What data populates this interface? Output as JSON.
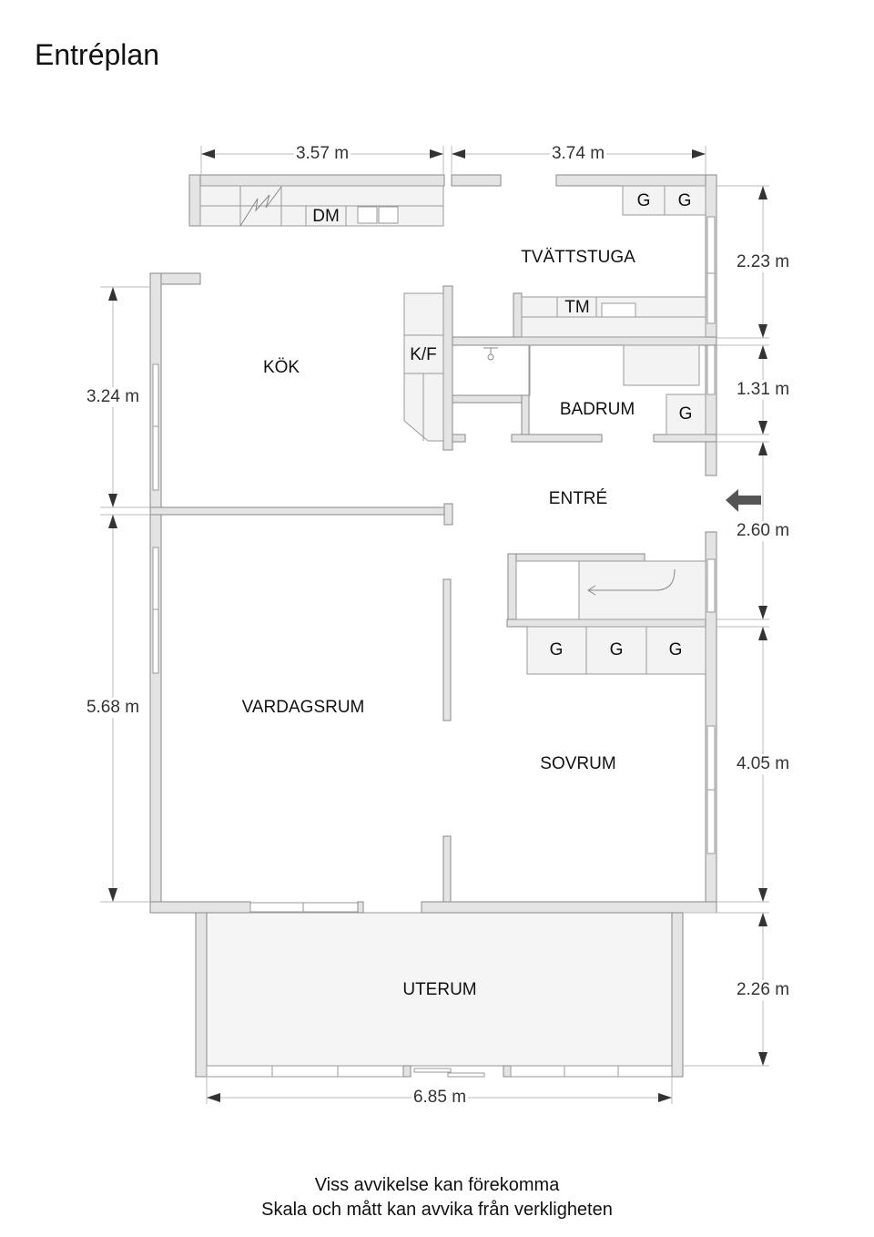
{
  "title": "Entréplan",
  "rooms": {
    "kok": "KÖK",
    "tvattstuga": "TVÄTTSTUGA",
    "badrum": "BADRUM",
    "entre": "ENTRÉ",
    "vardagsrum": "VARDAGSRUM",
    "sovrum": "SOVRUM",
    "uterum": "UTERUM"
  },
  "fixtures": {
    "dm": "DM",
    "kf": "K/F",
    "tm": "TM",
    "g": "G"
  },
  "dimensions": {
    "top_left": "3.57 m",
    "top_right": "3.74 m",
    "left_upper": "3.24 m",
    "left_lower": "5.68 m",
    "right_1": "2.23 m",
    "right_2": "1.31 m",
    "right_3": "2.60 m",
    "right_4": "4.05 m",
    "right_5": "2.26 m",
    "bottom": "6.85 m"
  },
  "footer": {
    "line1": "Viss avvikelse kan förekomma",
    "line2": "Skala och mått kan avvika från verkligheten"
  },
  "colors": {
    "wall_fill": "#e4e4e4",
    "wall_stroke": "#888888",
    "fixture_fill": "#f3f3f3",
    "uterum_fill": "#f5f5f5",
    "dimension_arrow": "#333333",
    "entry_arrow": "#555555"
  }
}
